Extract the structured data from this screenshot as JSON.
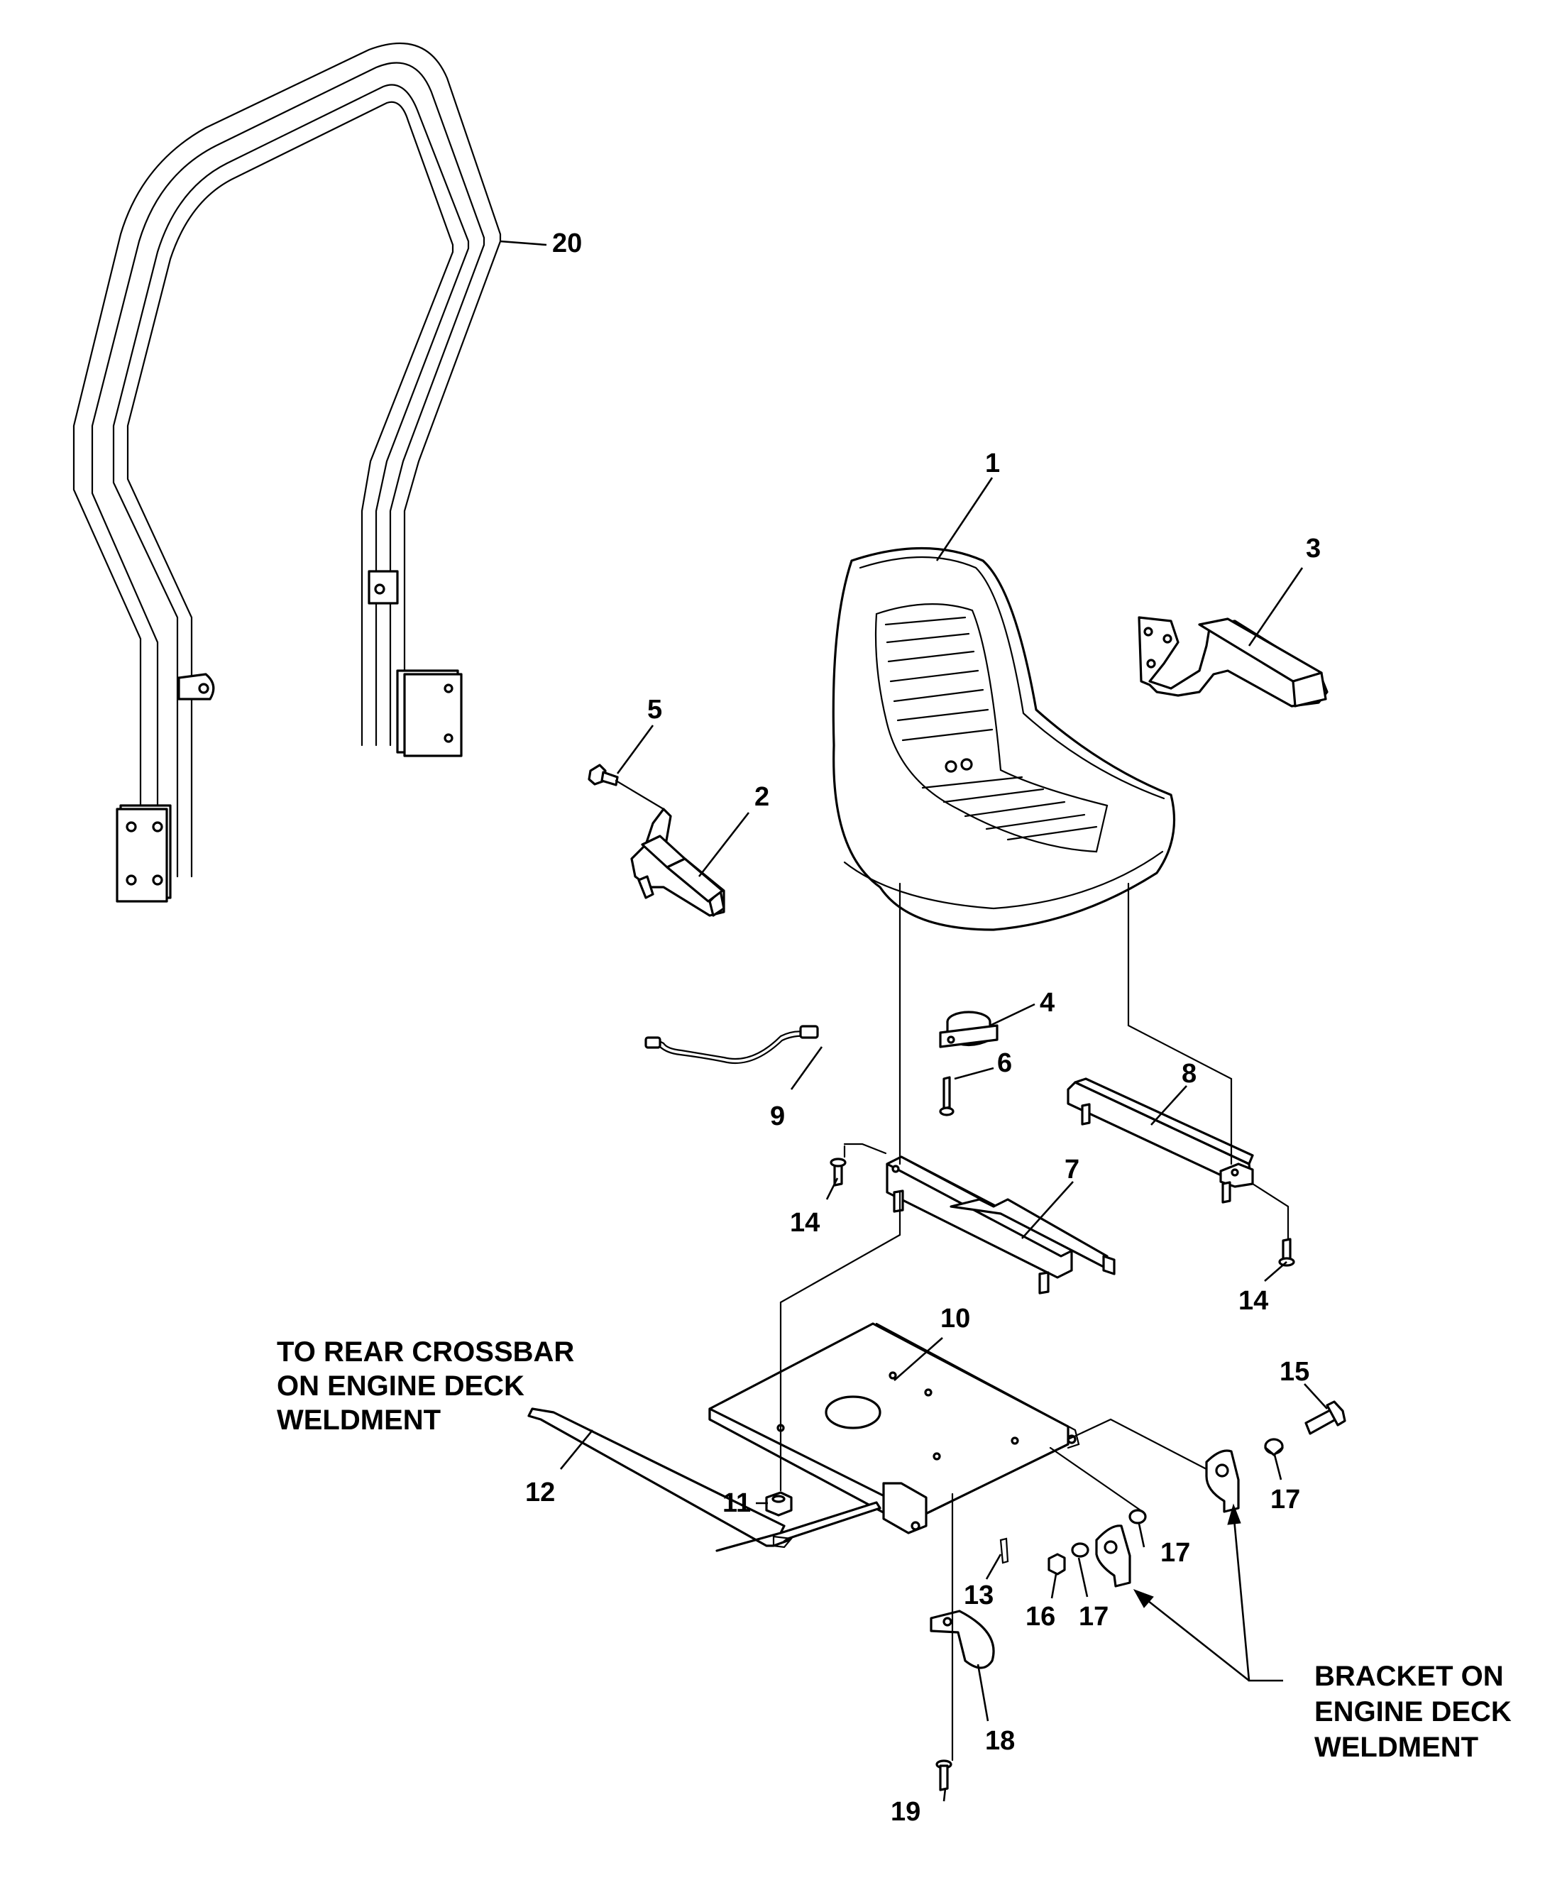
{
  "callouts": {
    "c1": "1",
    "c2": "2",
    "c3": "3",
    "c4": "4",
    "c5": "5",
    "c6": "6",
    "c7": "7",
    "c8": "8",
    "c9": "9",
    "c10": "10",
    "c11": "11",
    "c12": "12",
    "c13": "13",
    "c14a": "14",
    "c14b": "14",
    "c15": "15",
    "c16": "16",
    "c17a": "17",
    "c17b": "17",
    "c17c": "17",
    "c18": "18",
    "c19": "19",
    "c20": "20"
  },
  "notes": {
    "rear_crossbar": [
      "TO REAR CROSSBAR",
      "ON ENGINE DECK",
      "WELDMENT"
    ],
    "bracket": [
      "BRACKET ON",
      "ENGINE DECK",
      "WELDMENT"
    ]
  }
}
